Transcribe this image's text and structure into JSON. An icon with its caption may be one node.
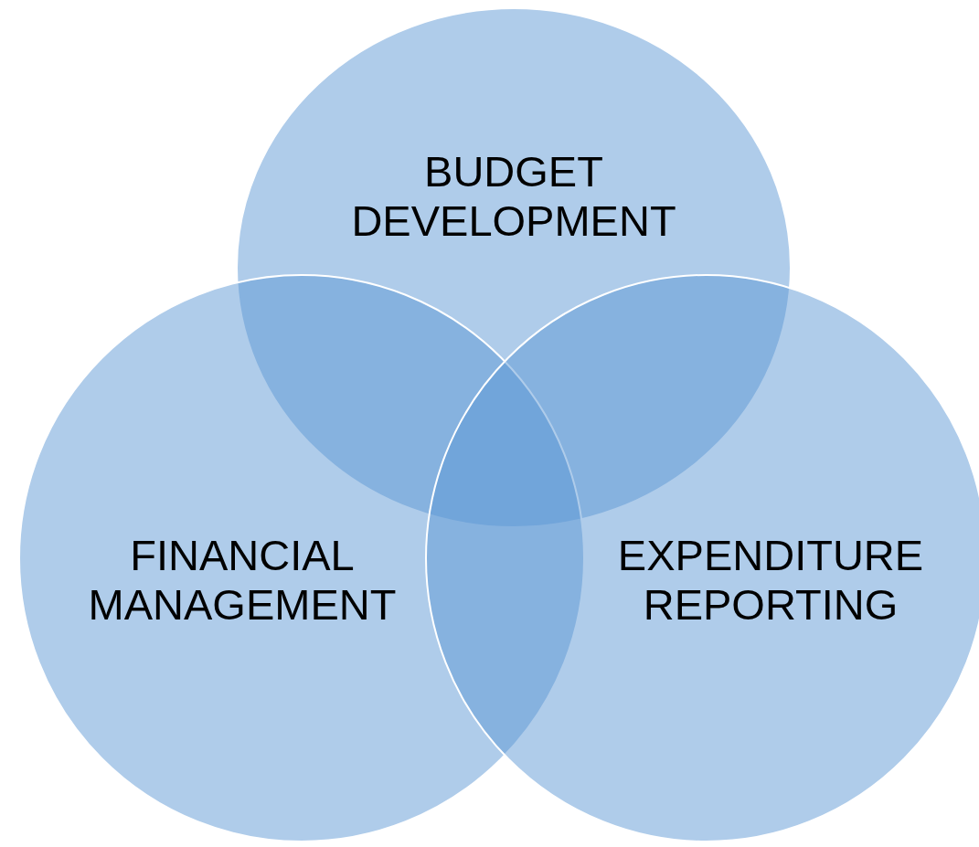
{
  "diagram": {
    "nodes": [
      {
        "text": [
          "BUDGET DEVELOPMENT"
        ]
      },
      {
        "text": [
          "FINANCIAL MANAGEMENT"
        ]
      },
      {
        "text": [
          "EXPENDITURE REPORTING"
        ]
      }
    ],
    "edges": []
  }
}
